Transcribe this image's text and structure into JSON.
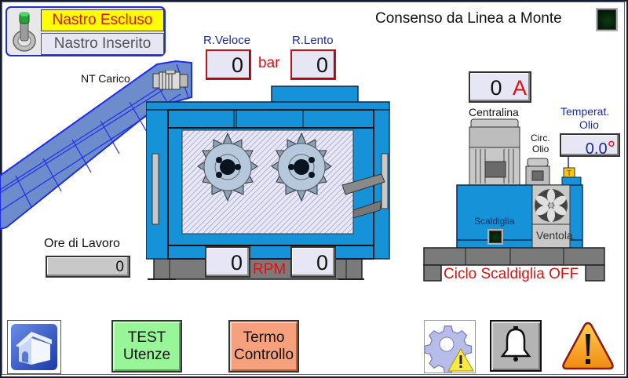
{
  "conveyor_toggle": {
    "option_excluded": "Nastro Escluso",
    "option_inserted": "Nastro Inserito",
    "active": "excluded"
  },
  "upstream_consent": {
    "label": "Consenso da Linea a Monte",
    "state": "off"
  },
  "conveyor": {
    "label": "NT Carico"
  },
  "pressure": {
    "fast_label": "R.Veloce",
    "fast_value": "0",
    "unit": "bar",
    "slow_label": "R.Lento",
    "slow_value": "0"
  },
  "rpm": {
    "left_value": "0",
    "right_value": "0",
    "unit": "RPM"
  },
  "work_hours": {
    "label": "Ore di Lavoro",
    "value": "0"
  },
  "hydraulic_unit": {
    "current_value": "0",
    "current_unit": "A",
    "label": "Centralina",
    "circ_label_1": "Circ.",
    "circ_label_2": "Olio",
    "temp_label_1": "Temperat.",
    "temp_label_2": "Olio",
    "temp_value": "0.0",
    "temp_unit": "°",
    "sensor_tag": "T",
    "heater_label": "Scaldiglia",
    "heater_state": "off",
    "fan_label": "Ventola",
    "heater_cycle_status": "Ciclo Scaldiglia OFF"
  },
  "bottom_bar": {
    "home_icon": "home-icon",
    "test_button_line1": "TEST",
    "test_button_line2": "Utenze",
    "thermo_button_line1": "Termo",
    "thermo_button_line2": "Controllo",
    "settings_icon": "gear-warning-icon",
    "alarm_icon": "bell-icon",
    "warning_icon": "warning-icon"
  },
  "colors": {
    "machine_blue": "#1592d8",
    "conveyor_blue": "#6d8ccc",
    "test_button": "#98f598",
    "thermo_button": "#f7a07c",
    "excluded_bg": "#ffff00",
    "excluded_text": "#e01010",
    "alarm_red": "#e01010"
  }
}
